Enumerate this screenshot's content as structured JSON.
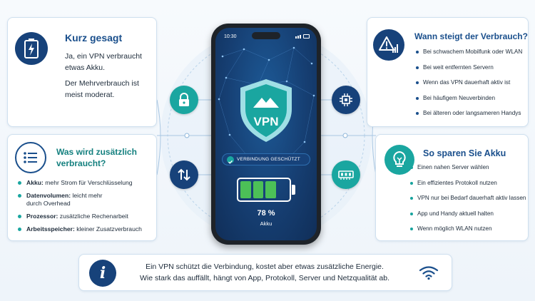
{
  "colors": {
    "navy": "#17427a",
    "teal": "#1aa6a0",
    "title_blue": "#1a4f8c",
    "title_teal": "#14807f",
    "battery_green": "#4cc057"
  },
  "top_left": {
    "icon": "battery-icon",
    "title": "Kurz gesagt",
    "line1": "Ja, ein VPN verbraucht etwas Akku.",
    "line2": "Der Mehrverbrauch ist meist moderat."
  },
  "bottom_left": {
    "icon": "list-icon",
    "title": "Was wird zusätzlich verbraucht?",
    "items": [
      {
        "term": "Akku:",
        "text": " mehr Strom für Verschlüsselung"
      },
      {
        "term": "Datenvolumen:",
        "text": " leicht mehr durch Overhead"
      },
      {
        "term": "Prozessor:",
        "text": " zusätzliche Rechenarbeit"
      },
      {
        "term": "Arbeitsspeicher:",
        "text": " kleiner Zusatzverbrauch"
      }
    ]
  },
  "top_right": {
    "icon": "warning-signal-icon",
    "title": "Wann steigt der Verbrauch?",
    "items": [
      "Bei schwachem Mobilfunk oder WLAN",
      "Bei weit entfernten Servern",
      "Wenn das VPN dauerhaft aktiv ist",
      "Bei häufigem Neuverbinden",
      "Bei älteren oder langsameren Handys"
    ]
  },
  "bottom_right": {
    "icon": "lightbulb-icon",
    "title": "So sparen Sie Akku",
    "items": [
      "Einen nahen Server wählen",
      "Ein effizientes Protokoll nutzen",
      "VPN nur bei Bedarf dauerhaft aktiv lassen",
      "App und Handy aktuell halten",
      "Wenn möglich WLAN nutzen"
    ]
  },
  "phone": {
    "time": "10:30",
    "shield_label": "VPN",
    "status": "VERBINDUNG GESCHÜTZT",
    "battery_percent_text": "78 %",
    "battery_label": "Akku",
    "battery_level": 0.78
  },
  "side_icons": {
    "left_top": "lock-icon",
    "left_bottom": "transfer-arrows-icon",
    "right_top": "processor-icon",
    "right_bottom": "memory-icon"
  },
  "footer": {
    "icon": "info-icon",
    "line1": "Ein VPN schützt die Verbindung, kostet aber etwas zusätzliche Energie.",
    "line2": "Wie stark das auffällt, hängt von App, Protokoll, Server und Netzqualität ab.",
    "wifi_icon": "wifi-icon"
  }
}
